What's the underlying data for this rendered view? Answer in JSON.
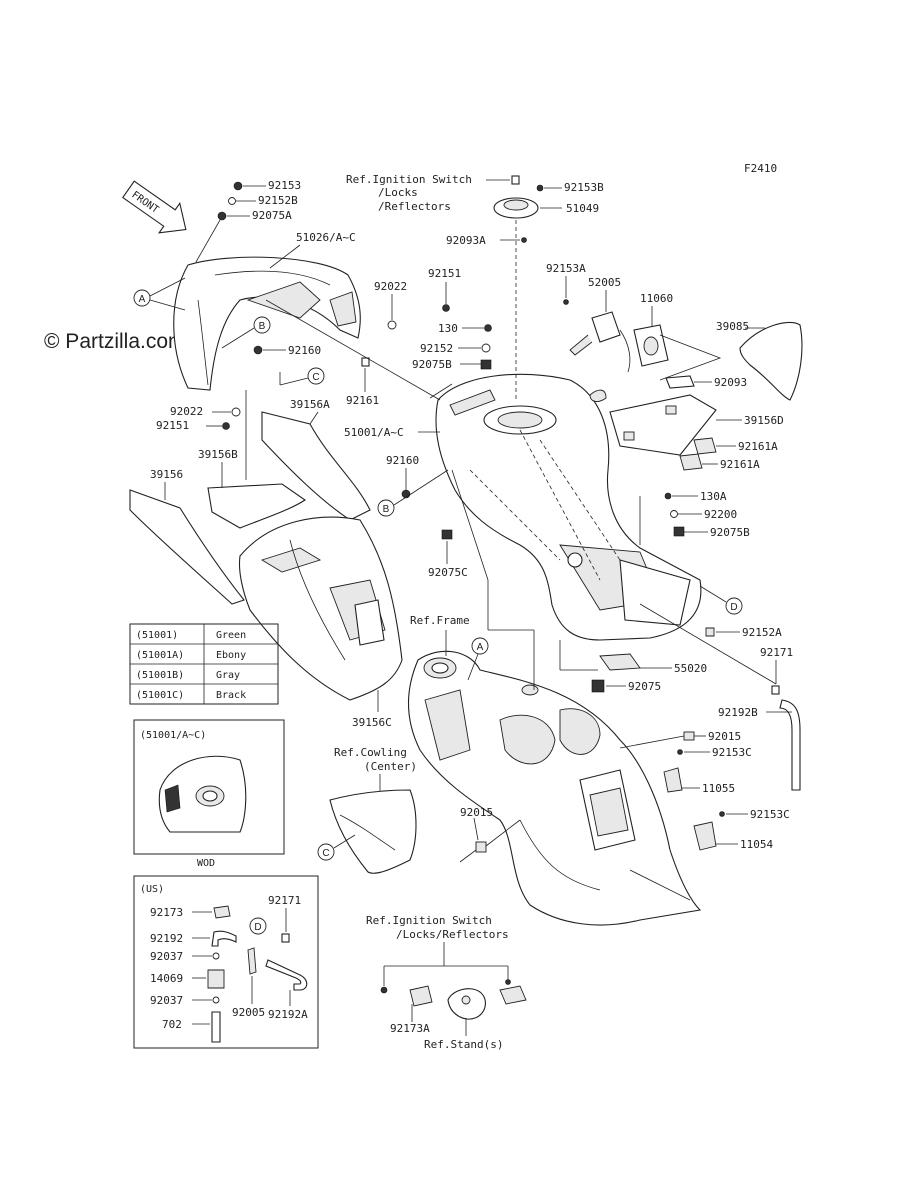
{
  "figure_code": "F2410",
  "watermark": "© Partzilla.com",
  "front_arrow": "FRONT",
  "refs": {
    "ignition_top": [
      "Ref.Ignition Switch",
      "/Locks",
      "/Reflectors"
    ],
    "frame": "Ref.Frame",
    "cowling": [
      "Ref.Cowling",
      "(Center)"
    ],
    "ignition_bottom": [
      "Ref.Ignition Switch",
      "/Locks/Reflectors"
    ],
    "stands": "Ref.Stand(s)"
  },
  "callouts": {
    "A1": "A",
    "B1": "B",
    "C1": "C",
    "B2": "B",
    "D1": "D",
    "A2": "A",
    "C2": "C",
    "D2": "D"
  },
  "labels": {
    "p92153": "92153",
    "p92152B": "92152B",
    "p92075A": "92075A",
    "p51026": "51026/A~C",
    "p92022a": "92022",
    "p92151a": "92151",
    "p130": "130",
    "p92152": "92152",
    "p92075B_top": "92075B",
    "p92160a": "92160",
    "p92022b": "92022",
    "p92151b": "92151",
    "p92161": "92161",
    "p39156A": "39156A",
    "p39156B": "39156B",
    "p39156": "39156",
    "p51001": "51001/A~C",
    "p92160b": "92160",
    "p92075C": "92075C",
    "p39156C": "39156C",
    "p92153B": "92153B",
    "p51049": "51049",
    "p92093A": "92093A",
    "p92153A": "92153A",
    "p52005": "52005",
    "p11060": "11060",
    "p39085": "39085",
    "p92093": "92093",
    "p39156D": "39156D",
    "p92161A_a": "92161A",
    "p92161A_b": "92161A",
    "p130A": "130A",
    "p92200": "92200",
    "p92075B": "92075B",
    "p92152A": "92152A",
    "p92171": "92171",
    "p55020": "55020",
    "p92075": "92075",
    "p92192B": "92192B",
    "p92015a": "92015",
    "p92153C_a": "92153C",
    "p11055": "11055",
    "p92153C_b": "92153C",
    "p11054": "11054",
    "p92015b": "92015",
    "p92173A": "92173A"
  },
  "color_table": [
    {
      "code": "(51001)",
      "color": "Green"
    },
    {
      "code": "(51001A)",
      "color": "Ebony"
    },
    {
      "code": "(51001B)",
      "color": "Gray"
    },
    {
      "code": "(51001C)",
      "color": "Brack"
    }
  ],
  "inset_tank": {
    "title": "(51001/A~C)",
    "caption": "WOD"
  },
  "us_box": {
    "title": "(US)",
    "labels": {
      "l92173": "92173",
      "l92192": "92192",
      "l92037a": "92037",
      "l14069": "14069",
      "l92037b": "92037",
      "l702": "702",
      "l92171": "92171",
      "l92005": "92005",
      "l92192A": "92192A",
      "lD": "D"
    }
  }
}
